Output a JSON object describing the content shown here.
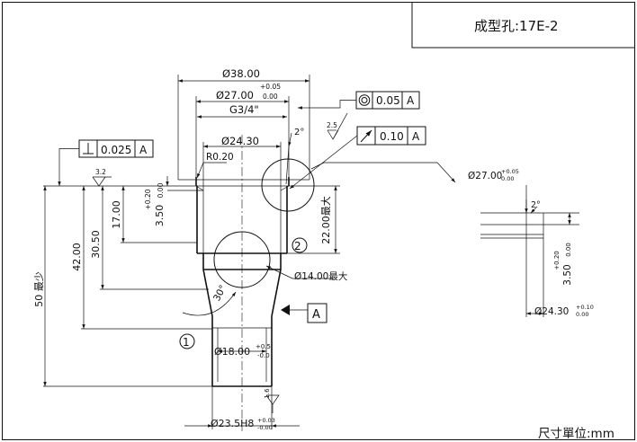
{
  "title_block": {
    "title": "成型孔:17E-2"
  },
  "units_note": "尺寸單位:mm",
  "dimensions": {
    "d_outer": "Ø38.00",
    "d_27": "Ø27.00",
    "d_27_tol_upper": "+0.05",
    "d_27_tol_lower": "0.00",
    "thread": "G3/4\"",
    "d_24_30": "Ø24.30",
    "radius": "R0.20",
    "angle_2": "2°",
    "d_14": "Ø14.00",
    "d_14_note": "最大",
    "angle_30": "30°",
    "d_18": "Ø18.00",
    "d_18_tol_upper": "+0.5",
    "d_18_tol_lower": "-0.0",
    "d_23_5": "Ø23.5H8",
    "d_23_5_tol_upper": "+0.03",
    "d_23_5_tol_lower": "-0.00",
    "depth_50": "50",
    "depth_50_note": "最少",
    "depth_42": "42.00",
    "depth_30_5": "30.50",
    "depth_17": "17.00",
    "depth_3_5": "3.50",
    "depth_3_5_tol_upper": "+0.20",
    "depth_3_5_tol_lower": "0.00",
    "depth_22": "22.00",
    "depth_22_note": "最大"
  },
  "roughness": {
    "r_3_2": "3.2",
    "r_2_5": "2.5",
    "r_1_6": "1.6"
  },
  "tolerance_frames": {
    "concentricity": {
      "symbol": "concentricity-icon",
      "value": "0.05",
      "datum": "A"
    },
    "runout": {
      "symbol": "runout-arrow-icon",
      "value": "0.10",
      "datum": "A"
    },
    "perpendicularity": {
      "symbol": "perpendicularity-icon",
      "value": "0.025",
      "datum": "A"
    }
  },
  "datum_label": "A",
  "markers": {
    "one": "①",
    "two": "②"
  },
  "detail": {
    "d_27": "Ø27.00",
    "d_27_tol_upper": "+0.05",
    "d_27_tol_lower": "0.00",
    "angle_2": "2°",
    "depth_3_5": "3.50",
    "depth_3_5_tol_upper": "+0.20",
    "depth_3_5_tol_lower": "0.00",
    "d_24_30": "Ø24.30",
    "d_24_30_tol_upper": "+0.10",
    "d_24_30_tol_lower": "0.00"
  }
}
